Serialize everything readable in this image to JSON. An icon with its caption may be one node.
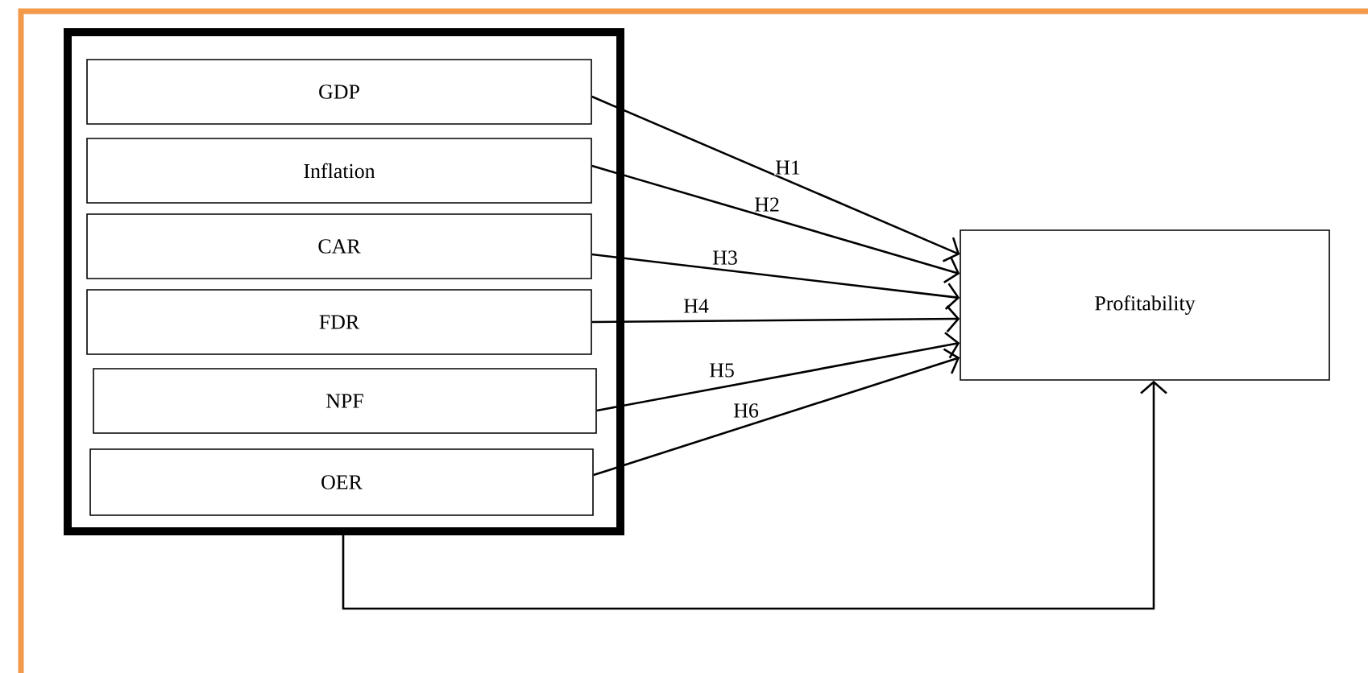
{
  "diagram": {
    "nodes": [
      {
        "text": [],
        "shape": "box"
      },
      {
        "text": [
          "GDP"
        ],
        "in": 0
      },
      {
        "text": [
          "Inflation"
        ],
        "in": 0
      },
      {
        "text": [
          "CAR"
        ],
        "in": 0
      },
      {
        "text": [
          "FDR"
        ],
        "in": 0
      },
      {
        "text": [
          "NPF"
        ],
        "in": 0
      },
      {
        "text": [
          "OER"
        ],
        "in": 0
      },
      {
        "text": [
          "Profitability"
        ]
      }
    ],
    "edges": [
      {
        "from": 1,
        "to": 7,
        "arrow": "to",
        "label": "H1"
      },
      {
        "from": 2,
        "to": 7,
        "arrow": "to",
        "label": "H2"
      },
      {
        "from": 3,
        "to": 7,
        "arrow": "to",
        "label": "H3"
      },
      {
        "from": 4,
        "to": 7,
        "arrow": "to",
        "label": "H4"
      },
      {
        "from": 5,
        "to": 7,
        "arrow": "to",
        "label": "H5"
      },
      {
        "from": 6,
        "to": 7,
        "arrow": "to",
        "label": "H6"
      },
      {
        "from": 0,
        "to": 7,
        "arrow": "to"
      }
    ]
  }
}
